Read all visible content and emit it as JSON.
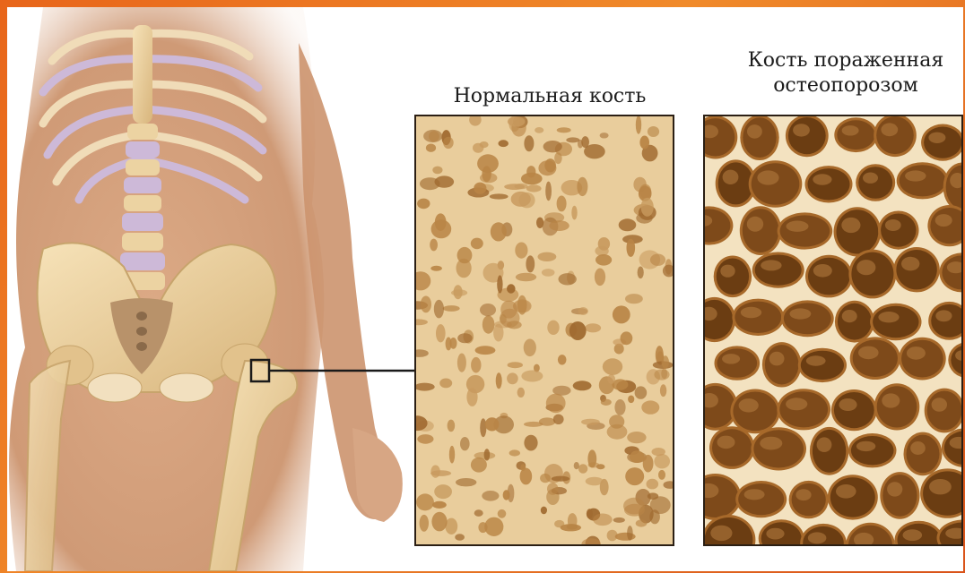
{
  "labels": {
    "normal_bone": "Нормальная кость",
    "osteoporosis_line1": "Кость пораженная",
    "osteoporosis_line2": "остеопорозом"
  },
  "colors": {
    "frame": "#e8651a",
    "bone": "#e9cd9c",
    "bone_dark": "#8a5a24",
    "skin": "#d9a07a",
    "cartilage": "#c9b7d6",
    "pore_dark": "#6b3d12"
  },
  "icons": {
    "pointer": "magnify-box-icon"
  }
}
